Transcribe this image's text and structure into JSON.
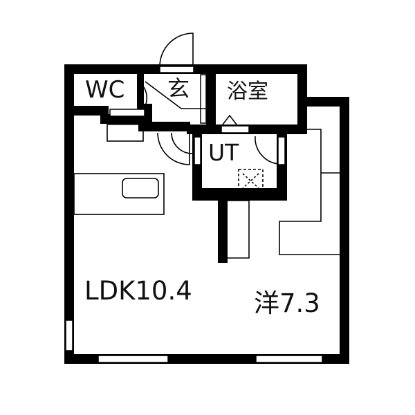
{
  "floor_plan": {
    "colors": {
      "wall": "#000000",
      "background": "#ffffff",
      "line": "#111111"
    },
    "rooms": [
      {
        "id": "wc",
        "label": "WC"
      },
      {
        "id": "entrance",
        "label": "玄"
      },
      {
        "id": "bath",
        "label": "浴室"
      },
      {
        "id": "utility",
        "label": "UT"
      },
      {
        "id": "ldk",
        "label": "LDK10.4"
      },
      {
        "id": "western",
        "label": "洋7.3"
      }
    ]
  }
}
